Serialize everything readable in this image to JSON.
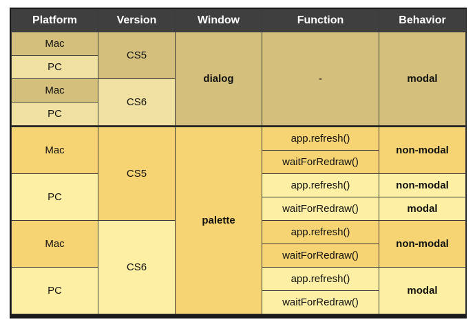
{
  "header": {
    "platform": "Platform",
    "version": "Version",
    "window": "Window",
    "function": "Function",
    "behavior": "Behavior"
  },
  "dialog": {
    "rows": [
      {
        "platform": "Mac"
      },
      {
        "platform": "PC"
      },
      {
        "platform": "Mac"
      },
      {
        "platform": "PC"
      }
    ],
    "versions": [
      "CS5",
      "CS6"
    ],
    "window": "dialog",
    "function": "-",
    "behavior": "modal"
  },
  "palette": {
    "platforms": [
      "Mac",
      "PC",
      "Mac",
      "PC"
    ],
    "versions": [
      "CS5",
      "CS6"
    ],
    "window": "palette",
    "functions": [
      "app.refresh()",
      "waitForRedraw()",
      "app.refresh()",
      "waitForRedraw()",
      "app.refresh()",
      "waitForRedraw()",
      "app.refresh()",
      "waitForRedraw()"
    ],
    "behaviors": [
      "non-modal",
      "non-modal",
      "modal",
      "non-modal",
      "modal"
    ]
  },
  "colors": {
    "header_bg": "#3f3f3f",
    "dialog_dark": "#d4c07c",
    "dialog_mid": "#e3cf88",
    "dialog_light": "#f0e1a2",
    "palette_dark": "#f7d473",
    "palette_light": "#fdf0a4"
  }
}
